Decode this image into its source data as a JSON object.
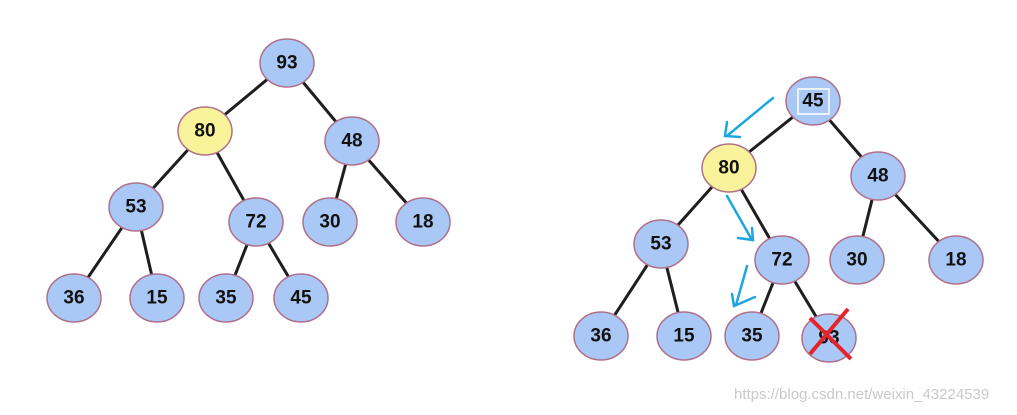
{
  "colors": {
    "node": "#a9c8f5",
    "highlight": "#f8f29a",
    "arrow": "#1ea6e0",
    "cross": "#e5232a"
  },
  "left_tree": {
    "nodes": [
      "93",
      "80",
      "48",
      "53",
      "72",
      "30",
      "18",
      "36",
      "15",
      "35",
      "45"
    ],
    "highlighted": "80"
  },
  "right_tree": {
    "nodes": [
      "45",
      "80",
      "48",
      "53",
      "72",
      "30",
      "18",
      "36",
      "15",
      "35",
      "93"
    ],
    "highlighted": "80",
    "removed": "93"
  },
  "watermark": "https://blog.csdn.net/weixin_43224539"
}
